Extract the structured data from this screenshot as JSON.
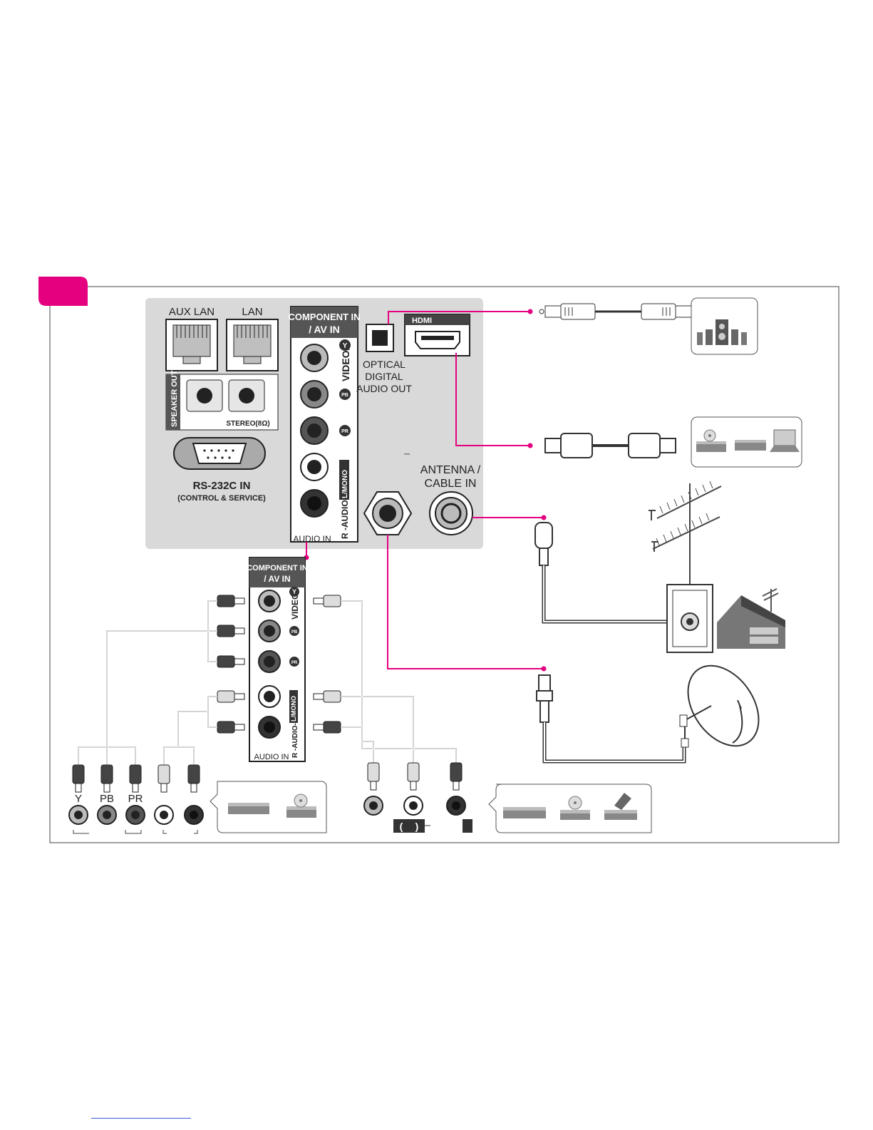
{
  "colors": {
    "accent": "#e4007f",
    "panel": "#d9d9d9",
    "wire": "#555555"
  },
  "tv_panel": {
    "aux_lan_label": "AUX LAN",
    "lan_label": "LAN",
    "speaker_out_label": "SPEAKER OUT",
    "stereo_label": "STEREO(8Ω)",
    "rs232_label": "RS-232C IN",
    "rs232_sub_label": "(CONTROL & SERVICE)",
    "component_title_line1": "COMPONENT IN",
    "component_title_line2": "/ AV IN",
    "video_y_label": "VIDEO/",
    "y_badge": "Y",
    "pb_badge": "PB",
    "pr_badge": "PR",
    "lmono_label": "L/MONO",
    "r_audio_label": "R -AUDIO-",
    "audio_in_label": "AUDIO IN",
    "optical_line1": "OPTICAL",
    "optical_line2": "DIGITAL",
    "optical_line3": "AUDIO OUT",
    "hdmi_label": "HDMI",
    "dc_symbol": "⎓",
    "antenna_line1": "ANTENNA /",
    "antenna_line2": "CABLE IN"
  },
  "zoom_panel": {
    "title_line1": "COMPONENT IN",
    "title_line2": "/ AV IN",
    "video_y_label": "VIDEO/",
    "y_badge": "Y",
    "pb_badge": "PB",
    "pr_badge": "PR",
    "lmono_label": "L/MONO",
    "r_audio_label": "R -AUDIO-",
    "audio_in_label": "AUDIO IN"
  },
  "component_device_ports": [
    "Y",
    "PB",
    "PR"
  ],
  "composite_paren_left": "(",
  "composite_paren_right": ")",
  "icons": [
    "home-theater-speakers-icon",
    "dvd-player-icon",
    "set-top-box-icon",
    "laptop-icon",
    "terrestrial-antenna-icon",
    "wall-outlet-icon",
    "house-icon",
    "satellite-dish-icon",
    "vcr-icon",
    "camcorder-icon"
  ]
}
